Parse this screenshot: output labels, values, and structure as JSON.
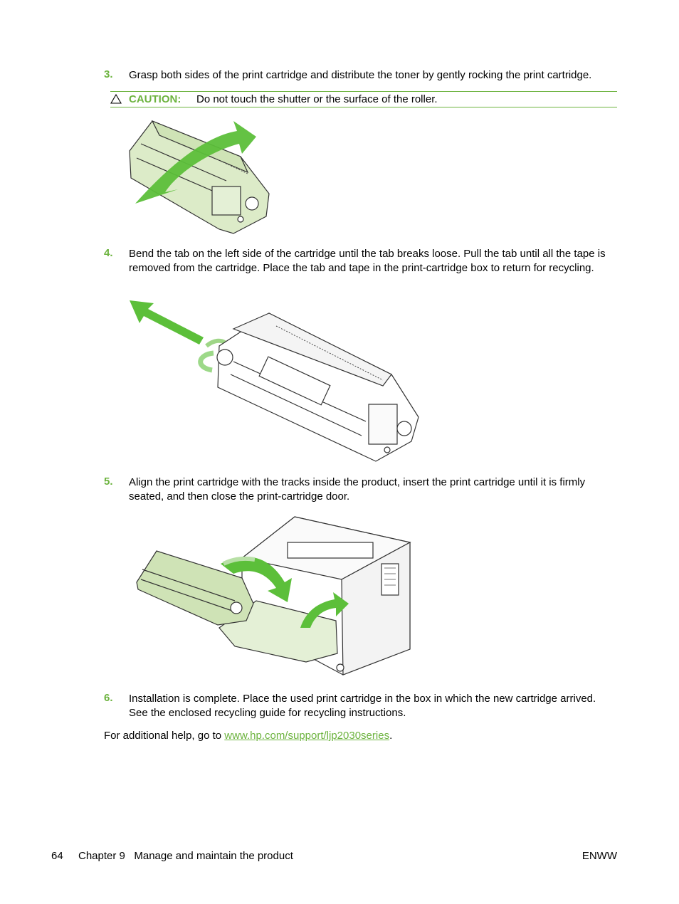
{
  "steps": [
    {
      "num": "3.",
      "text": "Grasp both sides of the print cartridge and distribute the toner by gently rocking the print cartridge."
    },
    {
      "num": "4.",
      "text": "Bend the tab on the left side of the cartridge until the tab breaks loose. Pull the tab until all the tape is removed from the cartridge. Place the tab and tape in the print-cartridge box to return for recycling."
    },
    {
      "num": "5.",
      "text": "Align the print cartridge with the tracks inside the product, insert the print cartridge until it is firmly seated, and then close the print-cartridge door."
    },
    {
      "num": "6.",
      "text": "Installation is complete. Place the used print cartridge in the box in which the new cartridge arrived. See the enclosed recycling guide for recycling instructions."
    }
  ],
  "caution": {
    "label": "CAUTION:",
    "text": "Do not touch the shutter or the surface of the roller.",
    "icon": "caution-triangle-icon"
  },
  "help": {
    "prefix": "For additional help, go to ",
    "link": "www.hp.com/support/ljp2030series",
    "suffix": "."
  },
  "footer": {
    "page": "64",
    "chapter": "Chapter 9   Manage and maintain the product",
    "right": "ENWW"
  },
  "colors": {
    "accent": "#6cb33e",
    "arrow": "#5cbf3a",
    "cartridge": "#dcebc8"
  }
}
